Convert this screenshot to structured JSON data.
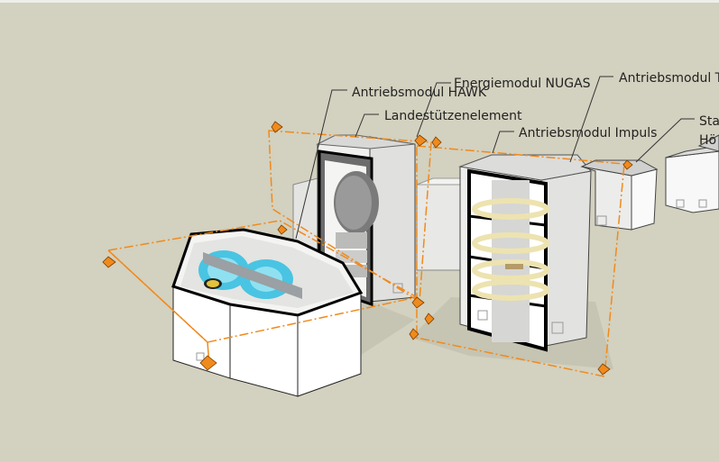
{
  "viewport": {
    "background": "#d3d1bf",
    "selection_color": "#f08a1c"
  },
  "labels": {
    "hawk": "Antriebsmodul HAWK",
    "nugas": "Energiemodul NUGAS",
    "antrieb_t": "Antriebsmodul T",
    "landestuetz": "Landestützenelement",
    "impuls": "Antriebsmodul Impuls",
    "sta": "Sta",
    "hoe": "Hö"
  },
  "icons": {
    "rotate_handle": "rotate-grip-icon"
  }
}
